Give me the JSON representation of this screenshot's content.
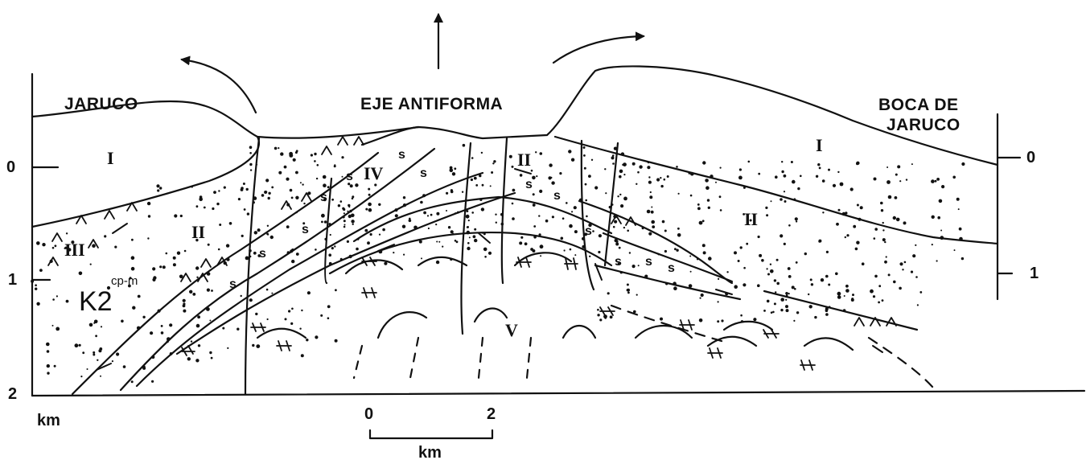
{
  "labels": {
    "jaruco": "JARUCO",
    "eje_antiforma": "EJE ANTIFORMA",
    "boca_de": "BOCA DE",
    "jaruco_right": "JARUCO",
    "k2": "K2",
    "cp_m": "cp-m"
  },
  "units": {
    "left_axis": [
      "0",
      "1",
      "2"
    ],
    "left_unit": "km",
    "right_axis": [
      "0",
      "1"
    ],
    "scale_values": [
      "0",
      "2"
    ],
    "scale_unit": "km"
  },
  "units_roman": {
    "I": "I",
    "II": "II",
    "III": "III",
    "IV": "IV",
    "V": "V"
  },
  "symbols": {
    "s": "s"
  },
  "colors": {
    "ink": "#111111",
    "paper": "#ffffff"
  }
}
